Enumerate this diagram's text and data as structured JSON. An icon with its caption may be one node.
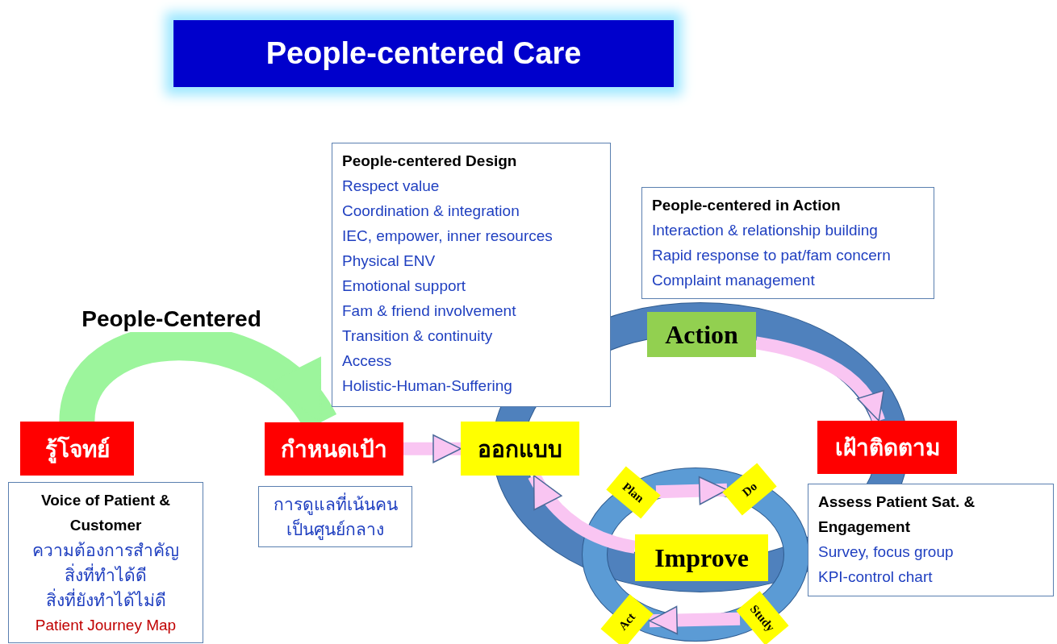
{
  "diagram": {
    "title": "People-centered Care",
    "nodes": [
      {
        "text": [
          "รู้โจทย์"
        ]
      },
      {
        "text": [
          "Voice of Patient & Customer",
          "ความต้องการสำคัญ",
          "สิ่งที่ทำได้ดี",
          "สิ่งที่ยังทำได้ไม่ดี",
          "Patient Journey Map"
        ]
      },
      {
        "text": [
          "กำหนดเป้า"
        ]
      },
      {
        "text": [
          "การดูแลที่เน้นคนเป็นศูนย์กลาง"
        ]
      },
      {
        "text": [
          "ออกแบบ"
        ]
      },
      {
        "text": [
          "People-centered Design",
          "Respect value",
          "Coordination & integration",
          "IEC, empower, inner resources",
          "Physical ENV",
          "Emotional support",
          "Fam & friend involvement",
          "Transition & continuity",
          "Access",
          "Holistic-Human-Suffering"
        ]
      },
      {
        "text": [
          "Action"
        ]
      },
      {
        "text": [
          "People-centered in Action",
          "Interaction & relationship building",
          "Rapid response to pat/fam concern",
          "Complaint management"
        ]
      },
      {
        "text": [
          "เฝ้าติดตาม"
        ]
      },
      {
        "text": [
          "Assess Patient Sat. & Engagement",
          "Survey, focus group",
          "KPI-control chart"
        ]
      },
      {
        "text": [
          "Improve"
        ]
      },
      {
        "text": [
          "Plan"
        ]
      },
      {
        "text": [
          "Do"
        ]
      },
      {
        "text": [
          "Study"
        ]
      },
      {
        "text": [
          "Act"
        ]
      }
    ],
    "edges": [
      {
        "from": 0,
        "to": 2,
        "arrow": "to",
        "label": "People-Centered",
        "color": "#9cf59c",
        "style": "thick"
      },
      {
        "from": 2,
        "to": 4,
        "arrow": "to"
      },
      {
        "from": 6,
        "to": 8,
        "arrow": "to"
      },
      {
        "from": 10,
        "to": 4,
        "arrow": "to"
      },
      {
        "from": 11,
        "to": 12,
        "arrow": "to"
      },
      {
        "from": 13,
        "to": 14,
        "arrow": "to"
      }
    ]
  }
}
